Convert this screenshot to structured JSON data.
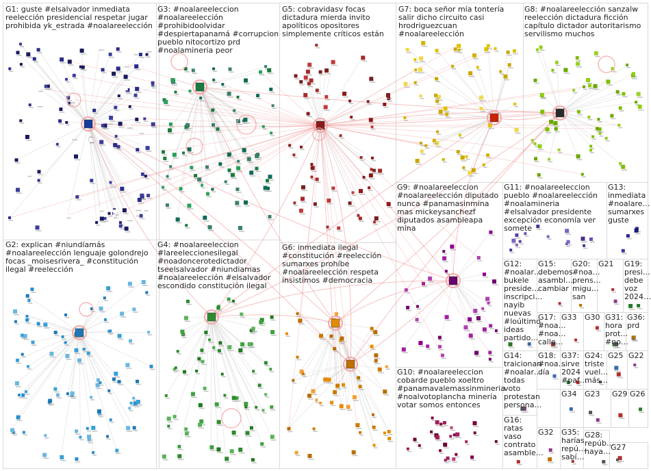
{
  "groups": [
    {
      "id": "G1",
      "text": "G1: guste #elsalvador inmediata reelección presidencial respetar jugar prohibida yk_estrada #noalareelección"
    },
    {
      "id": "G2",
      "text": "G2: explican #niundíamás #noalareelección lenguaje golondrejo focas _moisesrivera_ #constitución ilegal #reelección"
    },
    {
      "id": "G3",
      "text": "G3: #noalareeleccion #noalareelección #prohibidoolvidar #despiertapanamá #corrupcion pueblo nitocortizo prd #noalamineria peor"
    },
    {
      "id": "G4",
      "text": "G4: #noalareeleccion #lareeleccionesilegal #noadoncerotedictador tseelsalvador #niundiamas #noalareelección #elsalvador escondido constitución ilegal"
    },
    {
      "id": "G5",
      "text": "G5: cobravidasv focas dictadura mierda invito apolíticos opositores simplemente críticos están"
    },
    {
      "id": "G6",
      "text": "G6: inmediata ilegal #constitución #reelección sumarxes prohíbe #noalareelección respeta insistimos #democracia"
    },
    {
      "id": "G7",
      "text": "G7: boca señor mía tontería salir dicho circuito casi hrodriguezcuan #noalareelección"
    },
    {
      "id": "G8",
      "text": "G8: #noalareelección sanzalw reelección dictadura ficción capítulo dictador autoritarismo servilismo muchos"
    },
    {
      "id": "G9",
      "text": "G9: #noalareeleccion #noalareelección diputado nunca #panamasinmina mas mickeysanchezf diputados asambleapa mina"
    },
    {
      "id": "G10",
      "text": "G10: #noalareeleccion cobarde pueblo xoeltro #panamavalemassinmineria #noalvotoplancha minería votar somos entonces"
    },
    {
      "id": "G11",
      "text": "G11: #noalareeleccion pueblo #noalareelección #noalamineria #elsalvador presidente excepción economía ver somete"
    },
    {
      "id": "G12",
      "text": "G12: #noalar… bukele preside… inscripci… nayib nuevas #loúltimo ideas partido…"
    },
    {
      "id": "G13",
      "text": "G13: inmediata #noalare… sumarxes guste"
    },
    {
      "id": "G14",
      "text": "G14: traicionan #noalar… todas voto protestan persona…"
    },
    {
      "id": "G15",
      "text": "G15: debemos asambl… cambiar"
    },
    {
      "id": "G16",
      "text": "G16: ratas vaso contrato asamble…"
    },
    {
      "id": "G17",
      "text": "G17: #noa… #noa… calle…"
    },
    {
      "id": "G18",
      "text": "G18: #noa… día"
    },
    {
      "id": "G19",
      "text": "G19: presi… debe voz 2024…"
    },
    {
      "id": "G20",
      "text": "G20: #noa… prens… migu… san"
    },
    {
      "id": "G21",
      "text": "G21"
    },
    {
      "id": "G22",
      "text": "G22"
    },
    {
      "id": "G23",
      "text": "G23"
    },
    {
      "id": "G24",
      "text": "G24: triste vuel… más…"
    },
    {
      "id": "G25",
      "text": "G25"
    },
    {
      "id": "G26",
      "text": "G26"
    },
    {
      "id": "G27",
      "text": "G27"
    },
    {
      "id": "G28",
      "text": "G28: repúb… haya…"
    },
    {
      "id": "G29",
      "text": "G29"
    },
    {
      "id": "G30",
      "text": "G30"
    },
    {
      "id": "G31",
      "text": "G31: hora prot… #no…"
    },
    {
      "id": "G32",
      "text": "G32"
    },
    {
      "id": "G33",
      "text": "G33"
    },
    {
      "id": "G34",
      "text": "G34"
    },
    {
      "id": "G35",
      "text": "G35: harías repú… sabí…"
    },
    {
      "id": "G36",
      "text": "G36: prd"
    },
    {
      "id": "G37",
      "text": "G37: sirve 2024 #paf…"
    }
  ],
  "palette": {
    "grid": "#d9d9d9",
    "edge": "#f08c8c",
    "edge_light": "#d6d6d6",
    "hub_ring": "#f4a6a6"
  }
}
